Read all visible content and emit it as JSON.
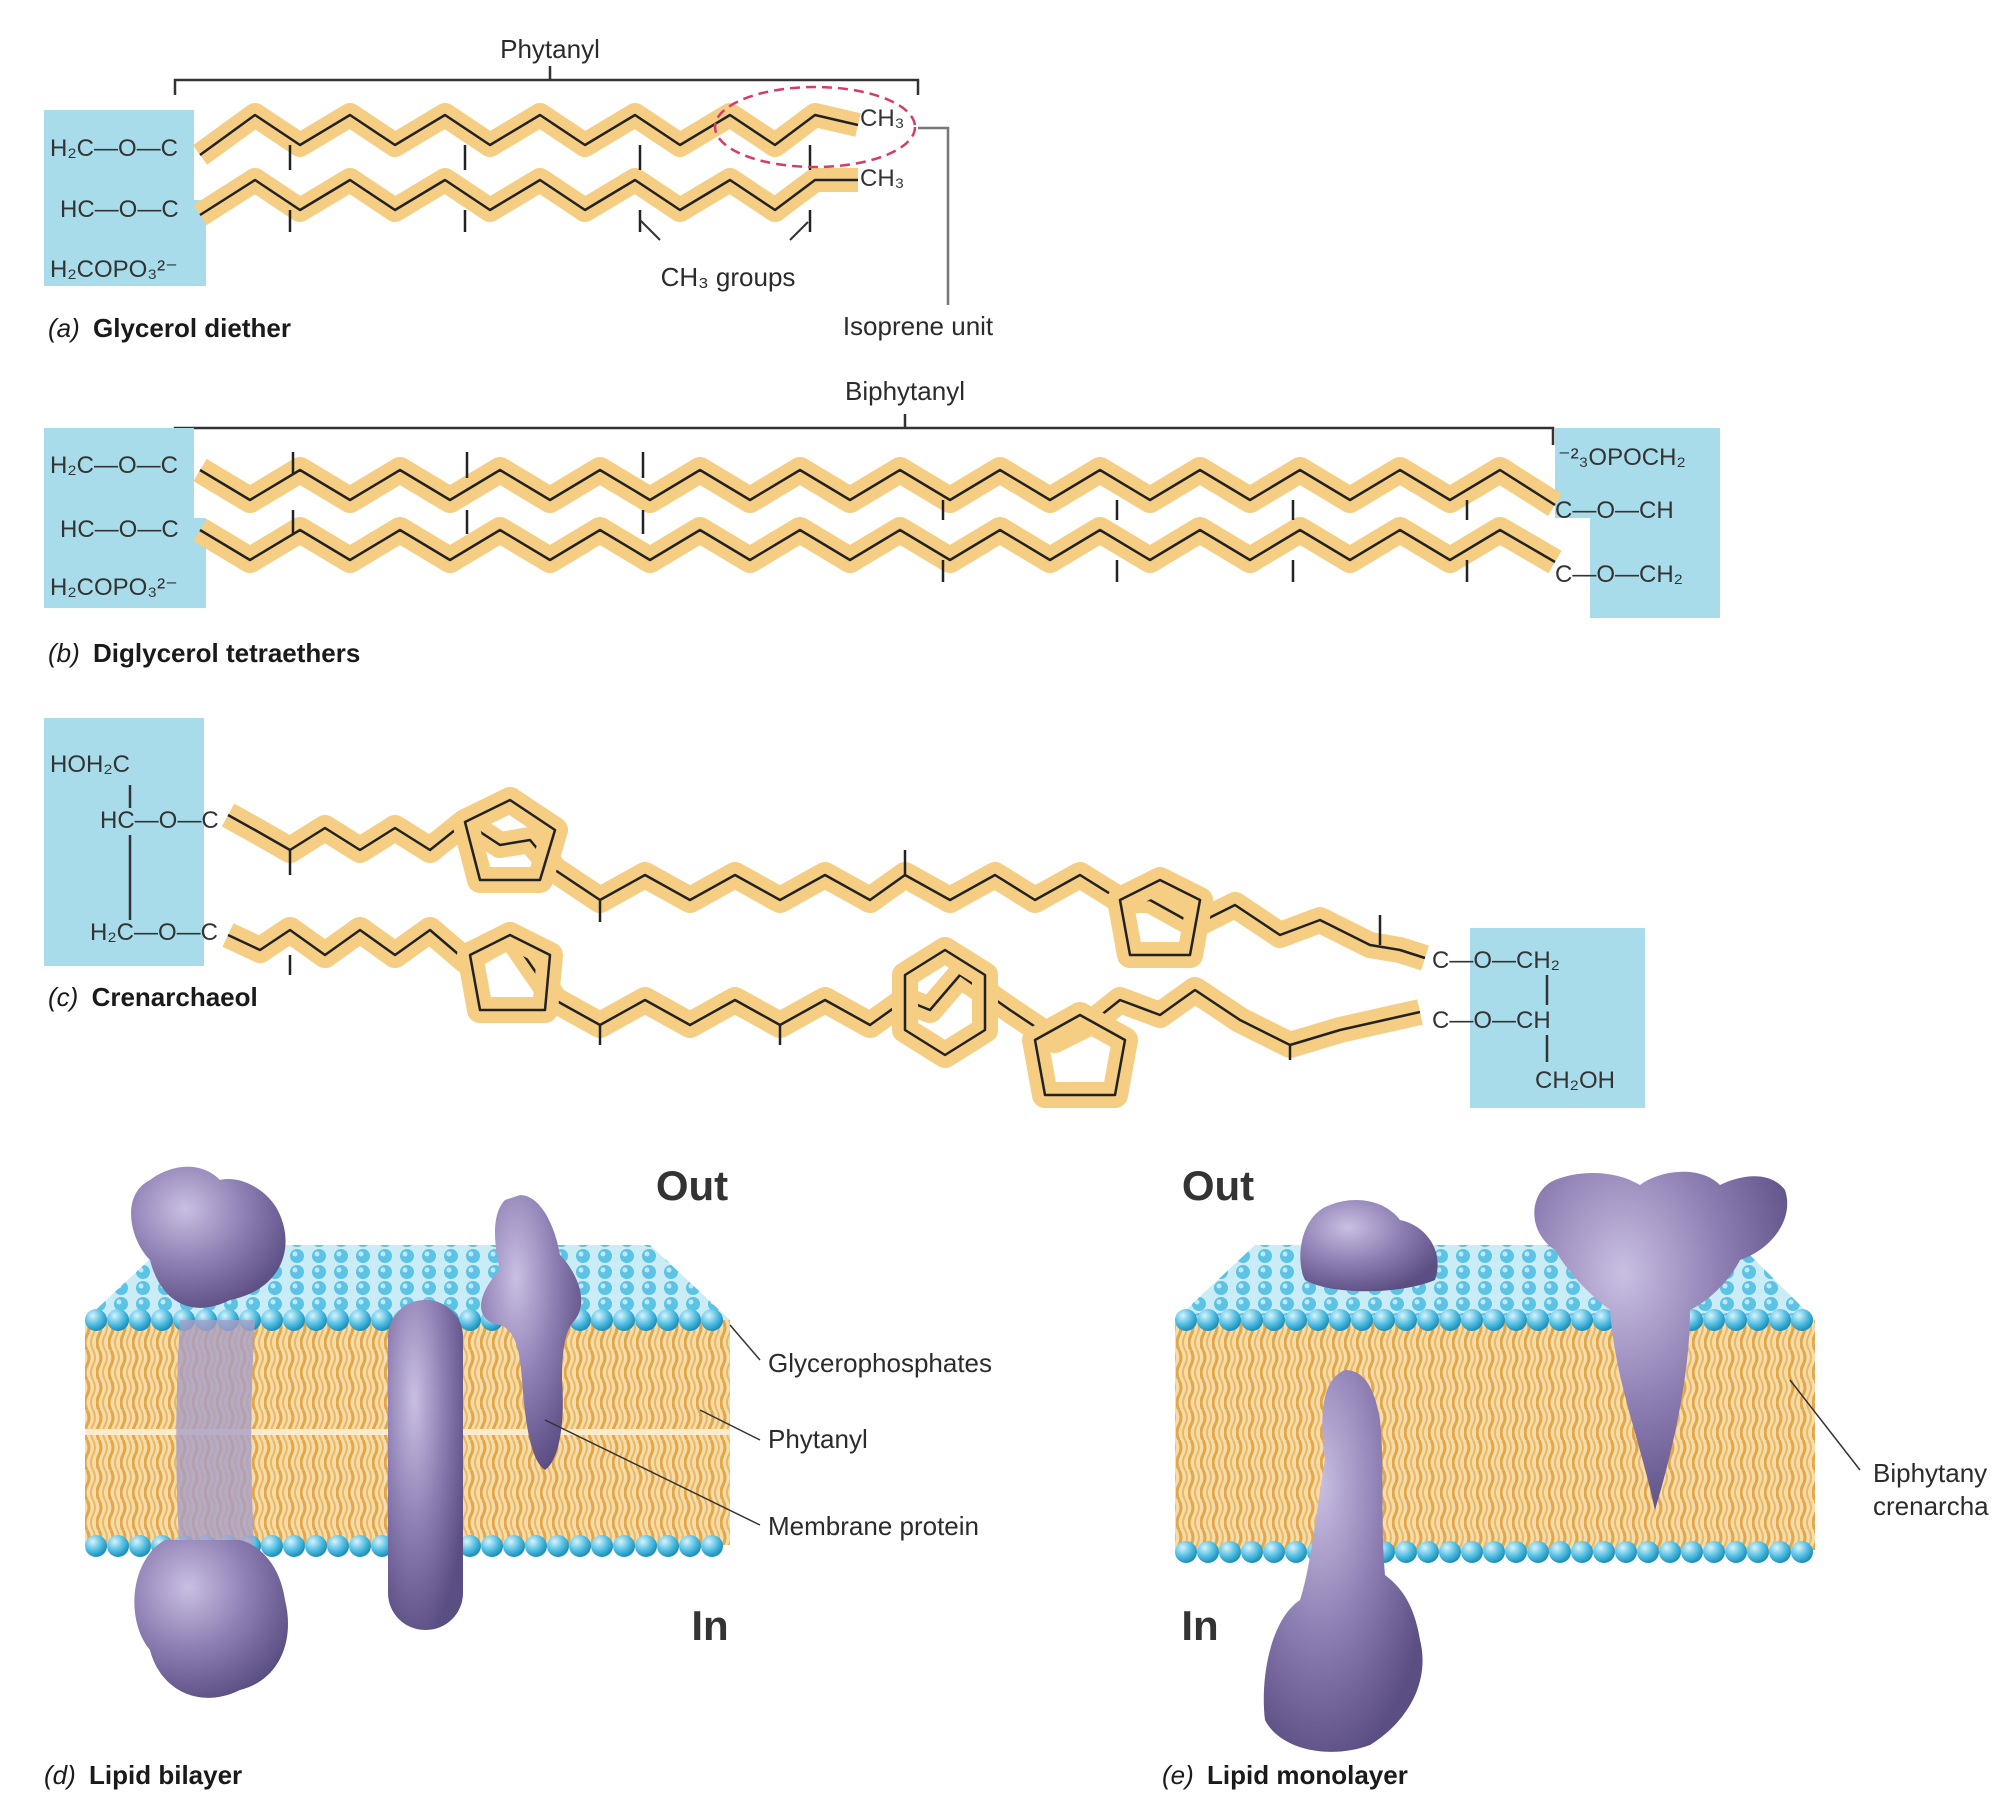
{
  "colors": {
    "headgroup_box": "#a9dcea",
    "chain_highlight": "#f5cd83",
    "chain_line": "#222222",
    "protein": "#8a7bb0",
    "lipid_head": "#56c1e3",
    "lipid_tail": "#e9b45c",
    "isoprene_circle": "#d83a6a"
  },
  "panel_a": {
    "bracket_label": "Phytanyl",
    "head": [
      "H₂C—O—C",
      "HC—O—C",
      "H₂COPO₃²⁻"
    ],
    "ch3_top": "CH₃",
    "ch3_bottom": "CH₃",
    "ch3_groups_label": "CH₃ groups",
    "isoprene_label": "Isoprene unit",
    "caption_letter": "(a)",
    "caption_title": "Glycerol diether"
  },
  "panel_b": {
    "bracket_label": "Biphytanyl",
    "left_head": [
      "H₂C—O—C",
      "HC—O—C",
      "H₂COPO₃²⁻"
    ],
    "right_head": [
      "⁻²₃OPOCH₂",
      "C—O—CH",
      "C—O—CH₂"
    ],
    "caption_letter": "(b)",
    "caption_title": "Diglycerol tetraethers"
  },
  "panel_c": {
    "left_head": [
      "HOH₂C",
      "HC—O—C",
      "H₂C—O—C"
    ],
    "right_head": [
      "C—O—CH₂",
      "C—O—CH",
      "CH₂OH"
    ],
    "caption_letter": "(c)",
    "caption_title": "Crenarchaeol"
  },
  "panel_d": {
    "out_label": "Out",
    "in_label": "In",
    "callouts": [
      "Glycerophosphates",
      "Phytanyl",
      "Membrane protein"
    ],
    "caption_letter": "(d)",
    "caption_title": "Lipid bilayer"
  },
  "panel_e": {
    "out_label": "Out",
    "in_label": "In",
    "callout_lines": [
      "Biphytany",
      "crenarcha"
    ],
    "caption_letter": "(e)",
    "caption_title": "Lipid monolayer"
  }
}
